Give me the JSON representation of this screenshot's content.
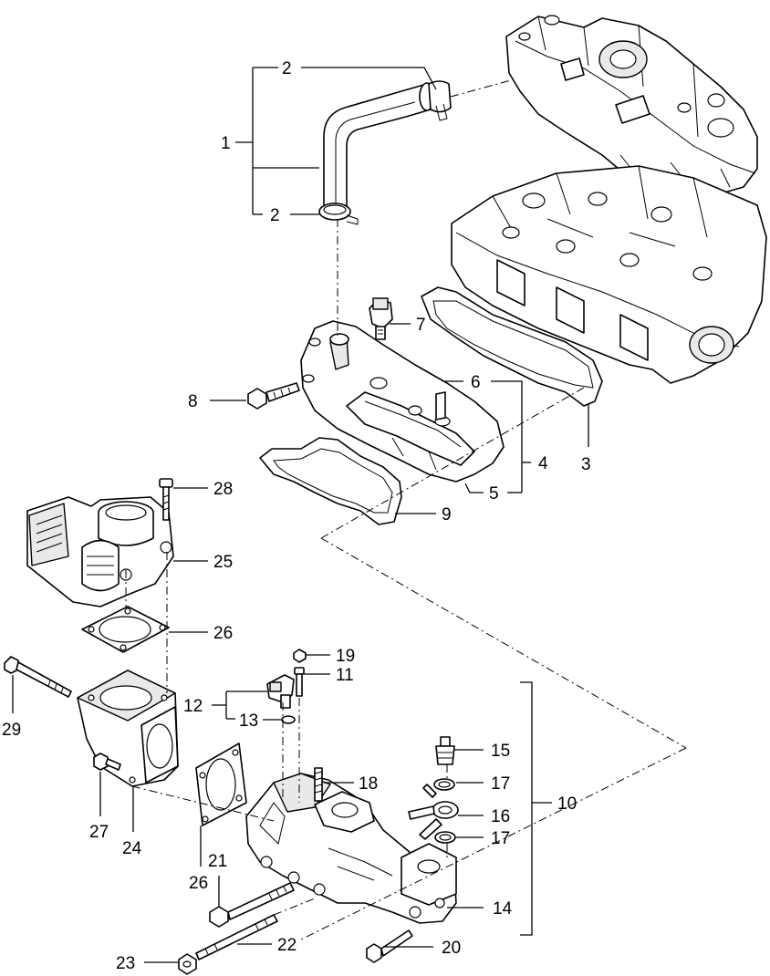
{
  "callouts": [
    "1",
    "2",
    "2",
    "3",
    "4",
    "5",
    "6",
    "7",
    "8",
    "9",
    "10",
    "11",
    "12",
    "13",
    "14",
    "15",
    "16",
    "17",
    "17",
    "18",
    "19",
    "20",
    "21",
    "22",
    "23",
    "24",
    "25",
    "26",
    "26",
    "27",
    "28",
    "29"
  ]
}
